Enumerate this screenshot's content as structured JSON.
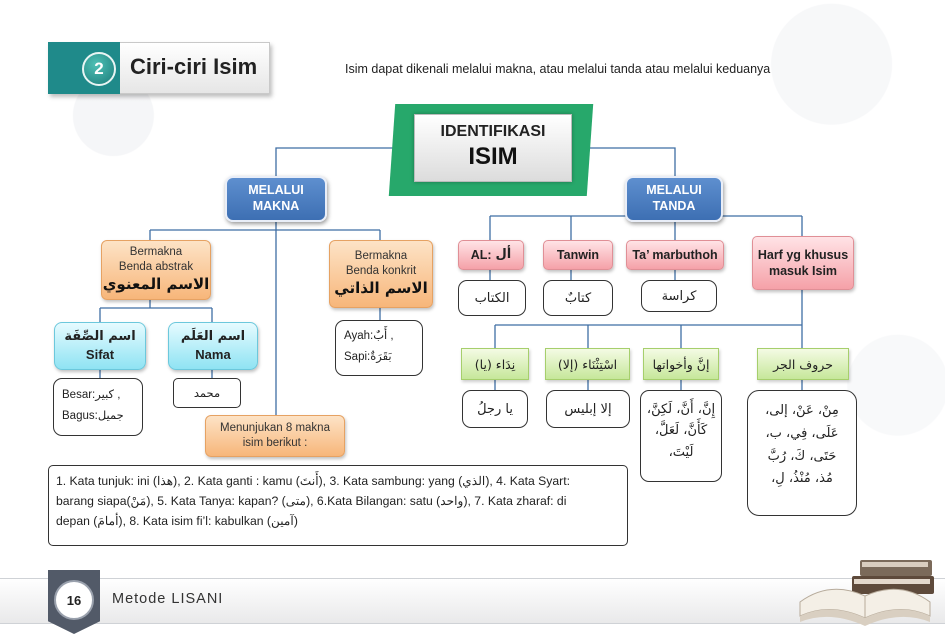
{
  "header": {
    "number": "2",
    "title": "Ciri-ciri Isim",
    "intro": "Isim dapat dikenali melalui makna, atau melalui tanda atau melalui keduanya"
  },
  "center": {
    "line1": "IDENTIFIKASI",
    "line2": "ISIM"
  },
  "makna": {
    "label_l1": "MELALUI",
    "label_l2": "MAKNA",
    "abstrak": {
      "l1": "Bermakna",
      "l2": "Benda abstrak",
      "ar": "الاسم المعنوي"
    },
    "konkrit": {
      "l1": "Bermakna",
      "l2": "Benda konkrit",
      "ar": "الاسم الذاتي"
    },
    "sifat": {
      "ar": "اسم الصِّفَة",
      "label": "Sifat"
    },
    "nama": {
      "ar": "اسم العَلَم",
      "label": "Nama"
    },
    "sifat_example": {
      "l1_label": "Besar:",
      "l1_ar": "كبير",
      "l1_tail": " ,",
      "l2_label": "Bagus:",
      "l2_ar": "جميل"
    },
    "nama_example": "محمد",
    "konkrit_example": {
      "l1_label": "Ayah:",
      "l1_ar": "أَبٌ",
      "l1_tail": " ,",
      "l2_label": "Sapi:",
      "l2_ar": "بَقَرَةٌ"
    },
    "delapan": {
      "l1": "Menunjukan 8 makna",
      "l2": "isim berikut :"
    }
  },
  "tanda": {
    "label_l1": "MELALUI",
    "label_l2": "TANDA",
    "al": {
      "label": "AL:",
      "ar": "أل",
      "example": "الكتاب"
    },
    "tanwin": {
      "label": "Tanwin",
      "example": "كتابٌ"
    },
    "marbuthoh": {
      "label": "Ta’ marbuthoh",
      "example": "كراسة"
    },
    "harf": {
      "l1": "Harf yg khusus",
      "l2": "masuk Isim"
    },
    "harf_types": [
      {
        "label": "نِدَاء (يا)",
        "example": "يا رجلُ"
      },
      {
        "label": "اسْتِثْنَاء (إلا)",
        "example": "إلا إبليس"
      },
      {
        "label": "إنَّ وأخواتها",
        "example_l1": "إِنَّ، أَنَّ، لَكِنَّ،",
        "example_l2": "كَأَنَّ، لَعَلَّ،",
        "example_l3": "لَيْتَ،"
      },
      {
        "label": "حروف الجر",
        "example_l1": "مِنْ، عَنْ، إلى،",
        "example_l2": "عَلَى، فِي، ب،",
        "example_l3": "حَتَى، كَ، رُبَّ",
        "example_l4": "مُذ، مُنْذُ، لِ،"
      }
    ]
  },
  "note": {
    "line1": "1. Kata tunjuk: ini (هذا), 2. Kata ganti : kamu (أَنتَ), 3. Kata sambung: yang (الذي), 4. Kata Syart:",
    "line2": "barang siapa(مَنْ),  5. Kata Tanya: kapan? (متى),  6.Kata Bilangan: satu (واحد),   7. Kata zharaf: di",
    "line3": "depan (أمامَ), 8. Kata isim fi’l: kabulkan (آمين)"
  },
  "footer": {
    "page": "16",
    "title": "Metode LISANI"
  },
  "colors": {
    "teal": "#1f8a8a",
    "green_frame": "#27a86b",
    "blue_node": "#3d6fb3",
    "connector": "#3f6ea3"
  }
}
